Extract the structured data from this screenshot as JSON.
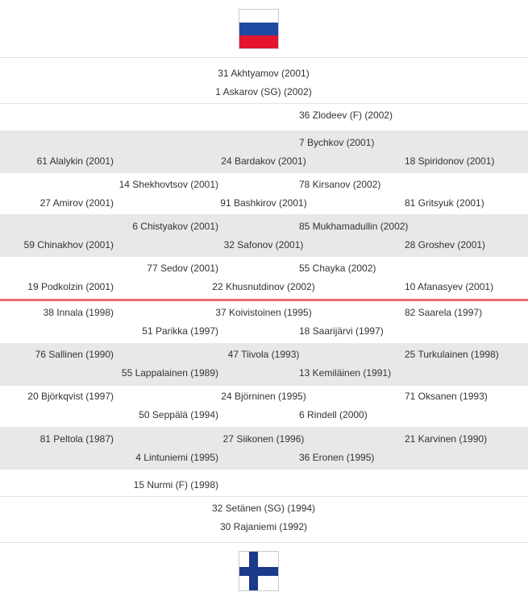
{
  "russia": {
    "flag_icon": "russia-flag-icon",
    "goalies": [
      "31 Akhtyamov (2001)",
      "1 Askarov (SG) (2002)"
    ],
    "forward_top": "36 Zlodeev (F) (2002)",
    "line1": {
      "rc": "7 Bychkov (2001)",
      "l": "61 Alalykin (2001)",
      "c": "24 Bardakov (2001)",
      "r": "18 Spiridonov (2001)"
    },
    "line2": {
      "lc": "14 Shekhovtsov (2001)",
      "rc": "78 Kirsanov (2002)",
      "l": "27 Amirov (2001)",
      "c": "91 Bashkirov (2001)",
      "r": "81 Gritsyuk (2001)"
    },
    "line3": {
      "lc": "6 Chistyakov (2001)",
      "rc": "85 Mukhamadullin (2002)",
      "l": "59 Chinakhov (2001)",
      "c": "32 Safonov (2001)",
      "r": "28 Groshev (2001)"
    },
    "line4": {
      "lc": "77 Sedov (2001)",
      "rc": "55 Chayka (2002)",
      "l": "19 Podkolzin (2001)",
      "c": "22 Khusnutdinov (2002)",
      "r": "10 Afanasyev (2001)"
    }
  },
  "finland": {
    "flag_icon": "finland-flag-icon",
    "line1": {
      "l": "38 Innala (1998)",
      "c": "37 Koivistoinen (1995)",
      "r": "82 Saarela (1997)",
      "lc": "51 Parikka (1997)",
      "rc": "18 Saarijärvi (1997)"
    },
    "line2": {
      "l": "76 Sallinen (1990)",
      "c": "47 Tiivola (1993)",
      "r": "25 Turkulainen (1998)",
      "lc": "55 Lappalainen (1989)",
      "rc": "13 Kemiläinen (1991)"
    },
    "line3": {
      "l": "20 Björkqvist (1997)",
      "c": "24 Björninen (1995)",
      "r": "71 Oksanen (1993)",
      "lc": "50 Seppälä (1994)",
      "rc": "6 Rindell (2000)"
    },
    "line4": {
      "l": "81 Peltola (1987)",
      "c": "27 Siikonen (1996)",
      "r": "21 Karvinen (1990)",
      "lc": "4 Lintuniemi (1995)",
      "rc": "36 Eronen (1995)"
    },
    "forward_extra": "15 Nurmi (F) (1998)",
    "goalies": [
      "32 Setänen (SG) (1994)",
      "30 Rajaniemi (1992)"
    ]
  }
}
